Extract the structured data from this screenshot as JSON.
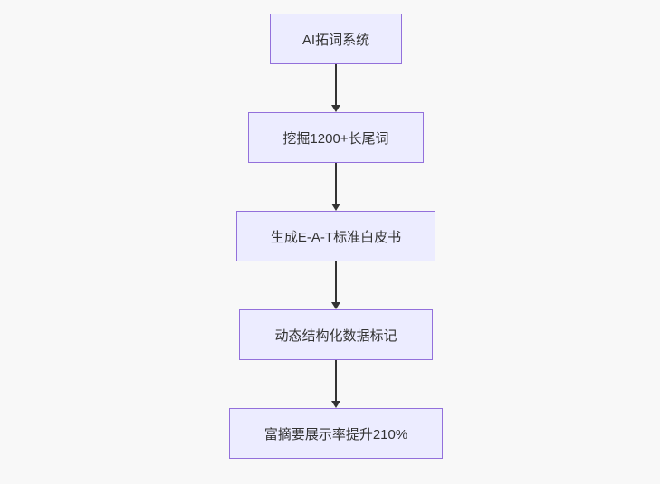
{
  "background_color": "#f8f8f8",
  "flowchart": {
    "type": "vertical-flow",
    "nodes": [
      {
        "id": "node-1",
        "label": "AI拓词系统"
      },
      {
        "id": "node-2",
        "label": "挖掘1200+长尾词"
      },
      {
        "id": "node-3",
        "label": "生成E-A-T标准白皮书"
      },
      {
        "id": "node-4",
        "label": "动态结构化数据标记"
      },
      {
        "id": "node-5",
        "label": "富摘要展示率提升210%"
      }
    ],
    "connectors": [
      {
        "from": "node-1",
        "to": "node-2",
        "type": "arrow-down"
      },
      {
        "from": "node-2",
        "to": "node-3",
        "type": "arrow-down"
      },
      {
        "from": "node-3",
        "to": "node-4",
        "type": "arrow-down"
      },
      {
        "from": "node-4",
        "to": "node-5",
        "type": "arrow-down"
      }
    ],
    "style": {
      "node_fill": "#ECECFF",
      "node_border": "#9370DB",
      "text_color": "#333333",
      "arrow_color": "#333333"
    }
  }
}
